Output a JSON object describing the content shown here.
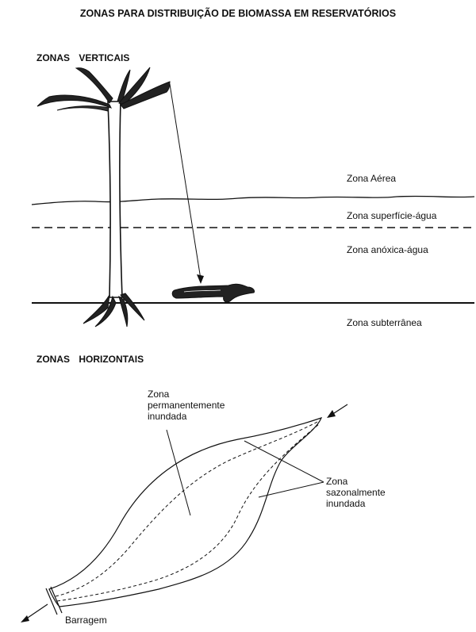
{
  "title": "ZONAS PARA DISTRIBUIÇÃO DE BIOMASSA EM RESERVATÓRIOS",
  "vertical": {
    "heading": "ZONAS VERTICAIS",
    "zones": {
      "aerea": "Zona Aérea",
      "superficie": "Zona superfície-água",
      "anoxica": "Zona anóxica-água",
      "subterranea": "Zona subterrânea"
    }
  },
  "horizontal": {
    "heading": "ZONAS HORIZONTAIS",
    "permanent": [
      "Zona",
      "permanentemente",
      "inundada"
    ],
    "seasonal": [
      "Zona",
      "sazonalmente",
      "inundada"
    ],
    "dam": "Barragem"
  }
}
